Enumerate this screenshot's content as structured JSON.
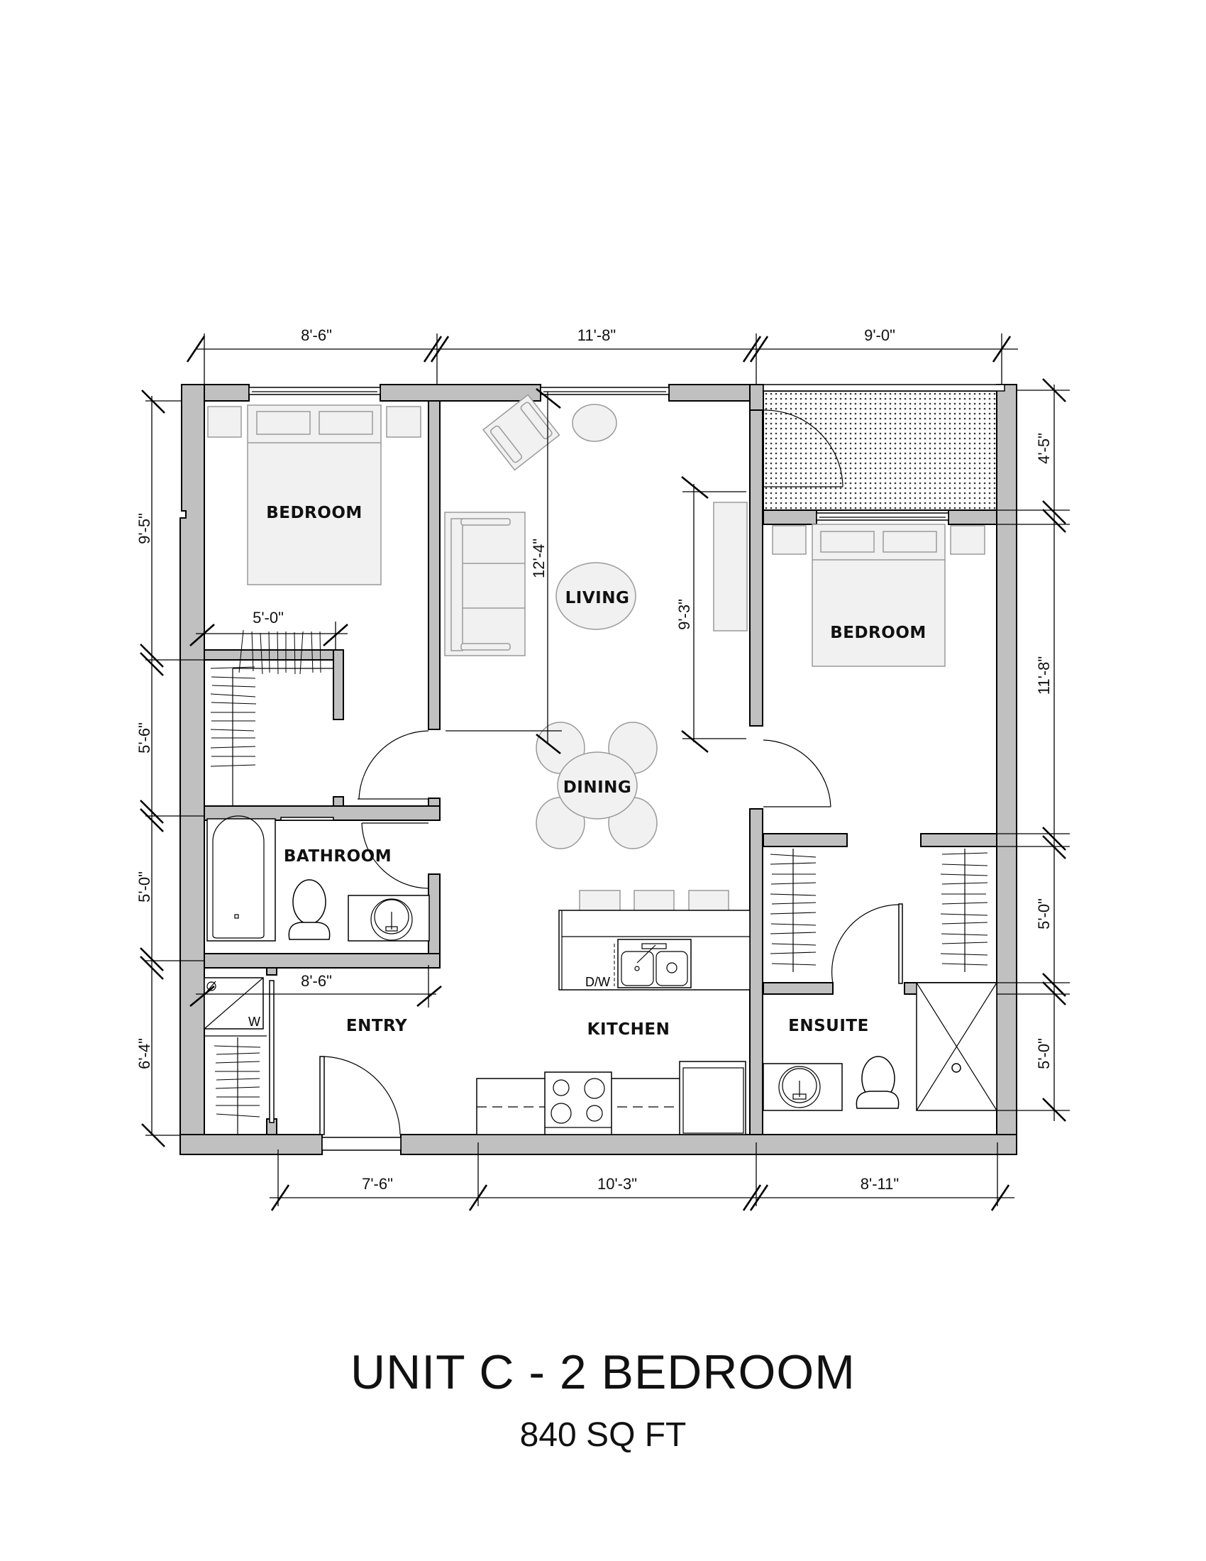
{
  "plan": {
    "title": "UNIT C - 2 BEDROOM",
    "area": "840 SQ FT",
    "rooms": {
      "bedroom_left": "BEDROOM",
      "bedroom_right": "BEDROOM",
      "living": "LIVING",
      "dining": "DINING",
      "bathroom": "BATHROOM",
      "entry": "ENTRY",
      "kitchen": "KITCHEN",
      "ensuite": "ENSUITE"
    },
    "fixture_labels": {
      "dishwasher": "D/W",
      "washer": "W"
    },
    "dimensions": {
      "top": [
        "8'-6\"",
        "11'-8\"",
        "9'-0\""
      ],
      "bottom": [
        "7'-6\"",
        "10'-3\"",
        "8'-11\""
      ],
      "left": [
        "9'-5\"",
        "5'-6\"",
        "5'-0\"",
        "6'-4\""
      ],
      "right": [
        "4'-5\"",
        "11'-8\"",
        "5'-0\"",
        "5'-0\""
      ],
      "interior": {
        "closet_width": "5'-0\"",
        "living_depth": "12'-4\"",
        "living_width": "9'-3\"",
        "entry_width": "8'-6\""
      }
    },
    "colors": {
      "wall": "#c0c0c0",
      "furniture": "#f1f1f1",
      "ink": "#000000"
    }
  }
}
